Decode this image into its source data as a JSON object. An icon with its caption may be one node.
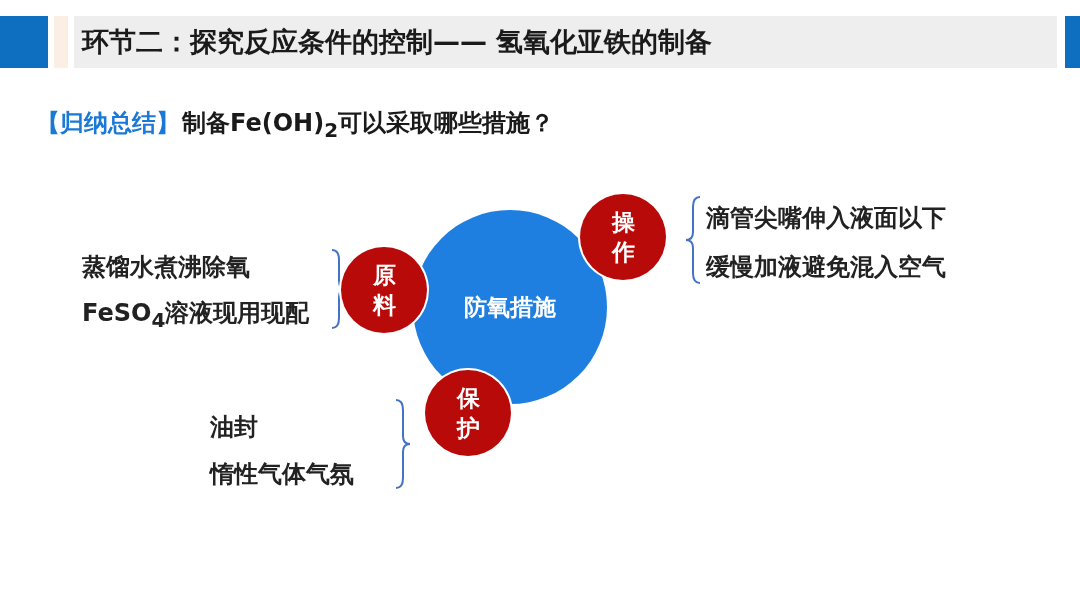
{
  "diagram": {
    "title": "环节二：探究反应条件的控制—— 氢氧化亚铁的制备",
    "nodes": [
      {
        "text": [
          "防氧措施"
        ]
      },
      {
        "text": [
          "原料"
        ],
        "beside": [
          "蒸馏水煮沸除氧",
          "FeSO$_{4}$溶液现用现配"
        ]
      },
      {
        "text": [
          "操作"
        ],
        "beside": [
          "滴管尖嘴伸入液面以下",
          "缓慢加液避免混入空气"
        ]
      },
      {
        "text": [
          "保护"
        ],
        "beside": [
          "油封",
          "惰性气体气氛"
        ]
      }
    ],
    "edges": [],
    "labels": [
      "【归纳总结】",
      "制备Fe(OH)$_{2}$可以采取哪些措施？"
    ]
  }
}
